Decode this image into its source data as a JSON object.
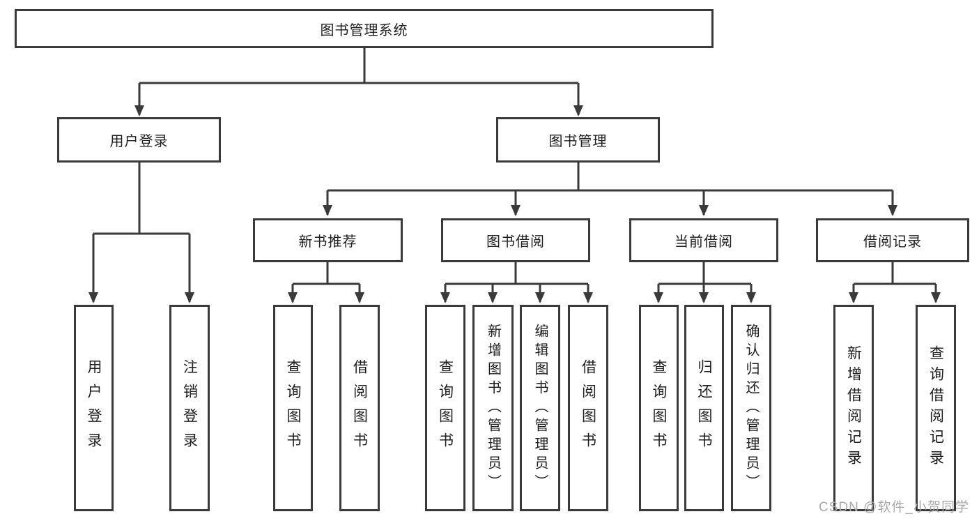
{
  "diagram": {
    "root": {
      "label": "图书管理系统"
    },
    "branches": [
      {
        "label": "用户登录",
        "children": [
          {
            "label": "用户登录"
          },
          {
            "label": "注销登录"
          }
        ]
      },
      {
        "label": "图书管理",
        "sections": [
          {
            "label": "新书推荐",
            "children": [
              {
                "label": "查询图书"
              },
              {
                "label": "借阅图书"
              }
            ]
          },
          {
            "label": "图书借阅",
            "children": [
              {
                "label": "查询图书"
              },
              {
                "label": "新增图书（管理员）"
              },
              {
                "label": "编辑图书（管理员）"
              },
              {
                "label": "借阅图书"
              }
            ]
          },
          {
            "label": "当前借阅",
            "children": [
              {
                "label": "查询图书"
              },
              {
                "label": "归还图书"
              },
              {
                "label": "确认归还（管理员）"
              }
            ]
          },
          {
            "label": "借阅记录",
            "children": [
              {
                "label": "新增借阅记录"
              },
              {
                "label": "查询借阅记录"
              }
            ]
          }
        ]
      }
    ]
  },
  "watermark": {
    "text": "CSDN @软件_小贺同学"
  },
  "colors": {
    "line": "#3a3a3a",
    "text": "#1e1e1e",
    "watermark": "#a9a9a9",
    "background": "#ffffff"
  }
}
